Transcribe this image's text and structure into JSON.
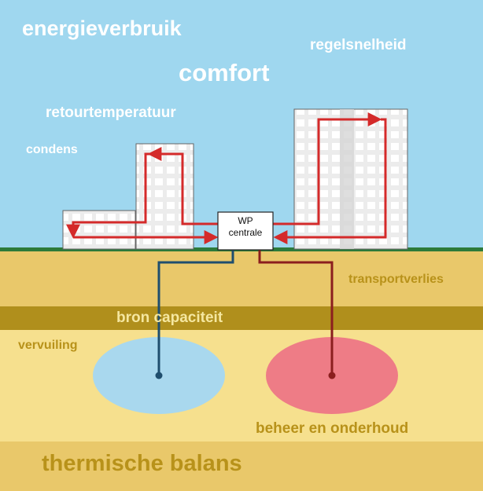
{
  "labels": {
    "energieverbruik": "energieverbruik",
    "comfort": "comfort",
    "regelsnelheid": "regelsnelheid",
    "retourtemperatuur": "retourtemperatuur",
    "condens": "condens",
    "transportverlies": "transportverlies",
    "bron_capaciteit": "bron capaciteit",
    "vervuiling": "vervuiling",
    "beheer_en_onderhoud": "beheer en onderhoud",
    "thermische_balans": "thermische balans"
  },
  "wp_centrale": {
    "line1": "WP",
    "line2": "centrale"
  },
  "colors": {
    "sky": "#9fd7ef",
    "ground_upper": "#e9c86a",
    "ground_band_dark": "#b08f1c",
    "ground_lower": "#f6e08e",
    "ground_bottom": "#e9c86a",
    "grass": "#2d7a3a",
    "cold_source": "#a9d8ee",
    "warm_source": "#ee7c86",
    "cold_pipe": "#1f4e6e",
    "warm_pipe": "#8b1e1e",
    "flow_arrow": "#d42a2a",
    "label_white": "#ffffff",
    "label_gold": "#b8921a"
  }
}
